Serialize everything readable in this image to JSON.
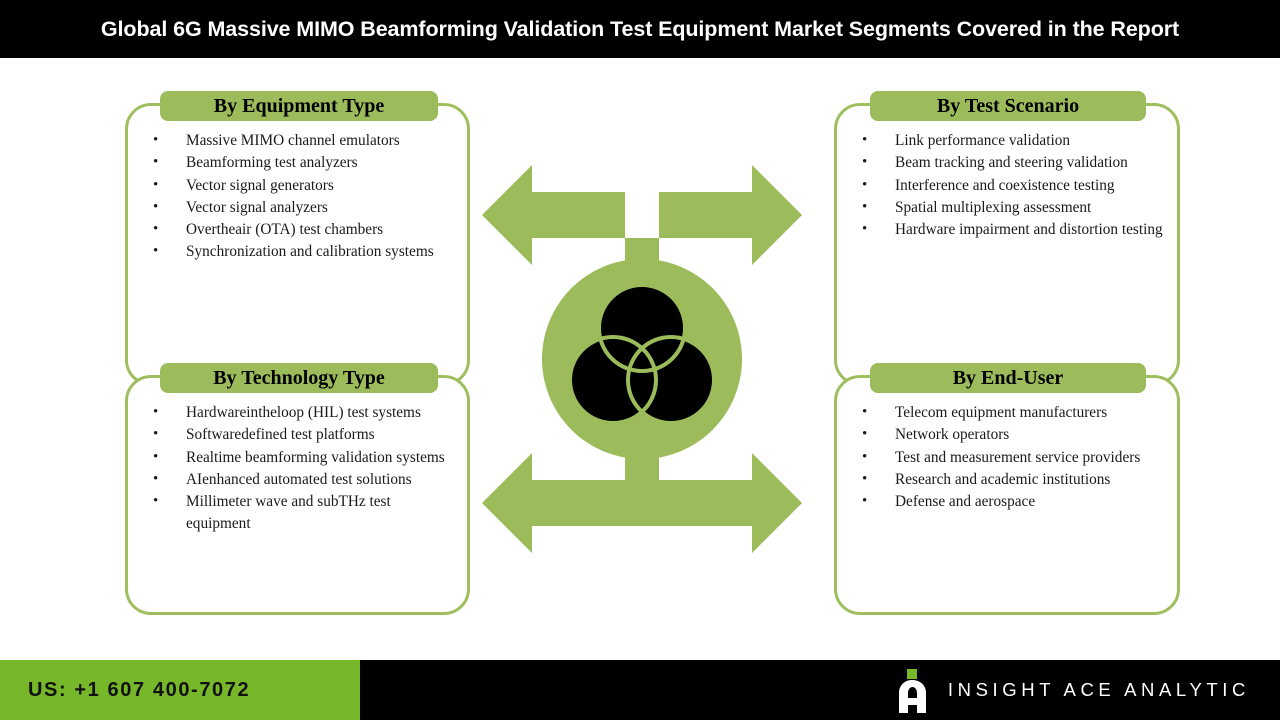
{
  "title": {
    "text": "Global 6G Massive MIMO Beamforming Validation Test Equipment Market Segments Covered in the Report"
  },
  "colors": {
    "title_bar_bg": "#000000",
    "title_text": "#ffffff",
    "card_border": "#9fbf5f",
    "card_header_bg": "#9cbc5b",
    "arrow_green": "#9cbc5b",
    "circle_green": "#9cbc5b",
    "center_icon": "#000000",
    "footer_bg": "#000000",
    "footer_phone_bg": "#76b82a",
    "brand_dot": "#76b82a",
    "body_text": "#1a1a1a"
  },
  "cards": {
    "equipment_type": {
      "header": "By Equipment Type",
      "items": [
        "Massive MIMO channel emulators",
        "Beamforming test analyzers",
        "Vector signal generators",
        "Vector signal analyzers",
        "Overtheair (OTA) test chambers",
        "Synchronization and calibration systems"
      ]
    },
    "test_scenario": {
      "header": "By Test Scenario",
      "items": [
        "Link performance validation",
        "Beam tracking and steering validation",
        "Interference and coexistence testing",
        "Spatial multiplexing assessment",
        "Hardware impairment and distortion testing"
      ]
    },
    "technology_type": {
      "header": "By Technology Type",
      "items": [
        "Hardwareintheloop (HIL) test systems",
        "Softwaredefined test platforms",
        "Realtime beamforming validation systems",
        "AIenhanced automated test solutions",
        "Millimeter wave and subTHz test equipment"
      ]
    },
    "end_user": {
      "header": "By End-User",
      "items": [
        "Telecom equipment manufacturers",
        "Network operators",
        "Test and measurement service providers",
        "Research and academic institutions",
        "Defense and aerospace"
      ]
    }
  },
  "center": {
    "icon_name": "three-overlapping-circles-icon",
    "arrow_top_name": "double-headed-arrow-top",
    "arrow_bottom_name": "double-headed-arrow-bottom"
  },
  "footer": {
    "phone": "US: +1 607 400-7072",
    "brand_name": "INSIGHT ACE ANALYTIC",
    "logo_letter": "A"
  }
}
